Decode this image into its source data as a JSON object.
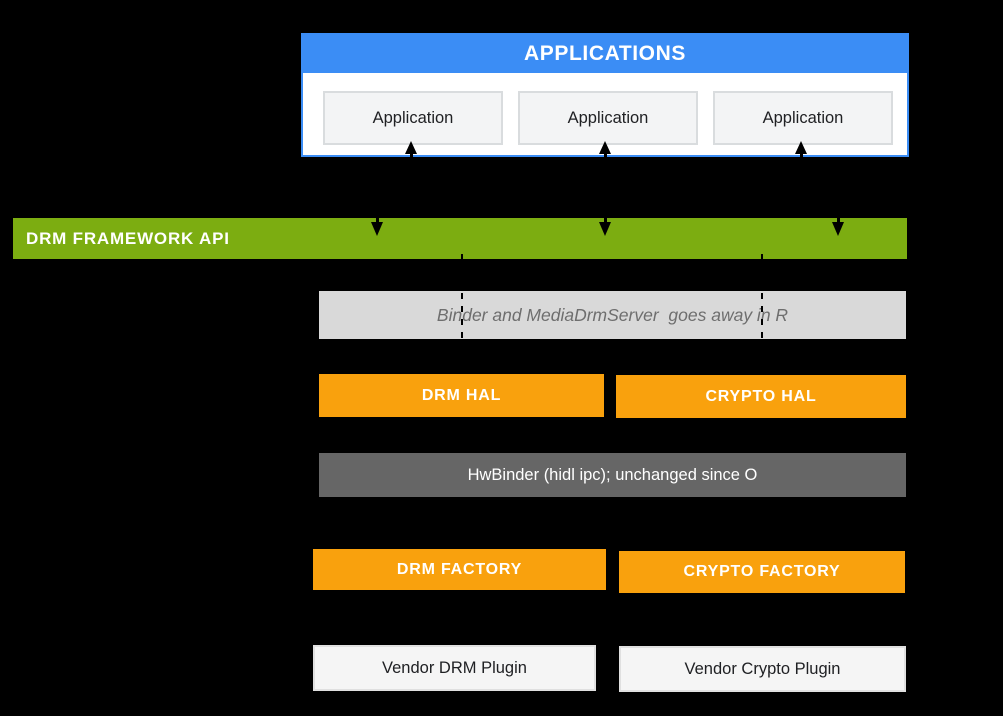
{
  "canvas": {
    "background": "#000000"
  },
  "palette": {
    "blue": "#3B8DF5",
    "green": "#7CAD11",
    "orange": "#F9A10D",
    "dark_gray": "#666666",
    "note_gray": "#D9D9D9",
    "note_text_gray": "#6E6E6E",
    "app_box_fill": "#F3F4F5",
    "vendor_box_fill": "#F5F5F5",
    "text_dark": "#202124",
    "white": "#FFFFFF"
  },
  "applications_panel": {
    "title": "APPLICATIONS",
    "apps": [
      {
        "label": "Application"
      },
      {
        "label": "Application"
      },
      {
        "label": "Application"
      }
    ]
  },
  "framework_bar": {
    "label": "DRM FRAMEWORK API"
  },
  "binder_note": {
    "label": "Binder and MediaDrmServer  goes away in R"
  },
  "hal_row": {
    "drm": "DRM HAL",
    "crypto": "CRYPTO HAL"
  },
  "hwbinder_bar": {
    "label": "HwBinder (hidl ipc); unchanged since O"
  },
  "factory_row": {
    "drm": "DRM FACTORY",
    "crypto": "CRYPTO FACTORY"
  },
  "vendor_row": {
    "drm": "Vendor DRM Plugin",
    "crypto": "Vendor Crypto Plugin"
  }
}
